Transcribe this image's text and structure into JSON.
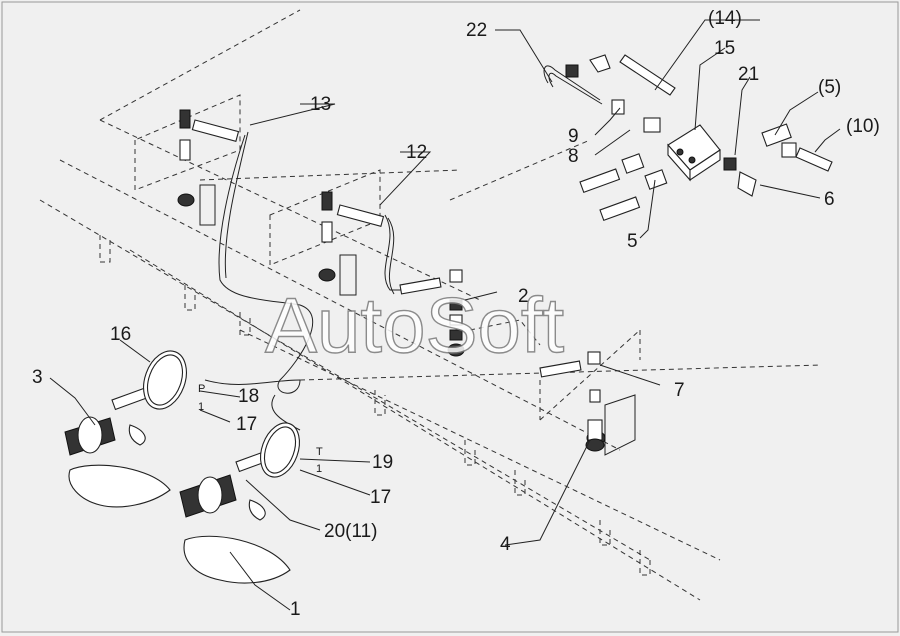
{
  "watermark": "AutoSoft",
  "callouts": {
    "c1": "1",
    "c2": "2",
    "c3": "3",
    "c4": "4",
    "c5_paren": "(5)",
    "c5": "5",
    "c6": "6",
    "c7": "7",
    "c8": "8",
    "c9": "9",
    "c10_paren": "(10)",
    "c12": "12",
    "c13": "13",
    "c14_paren": "(14)",
    "c15": "15",
    "c16": "16",
    "c17a": "17",
    "c17b": "17",
    "c18": "18",
    "c19": "19",
    "c20_11": "20(11)",
    "c21": "21",
    "c22": "22"
  },
  "markers": {
    "p": "P",
    "one_a": "1",
    "t": "T",
    "one_b": "1"
  }
}
